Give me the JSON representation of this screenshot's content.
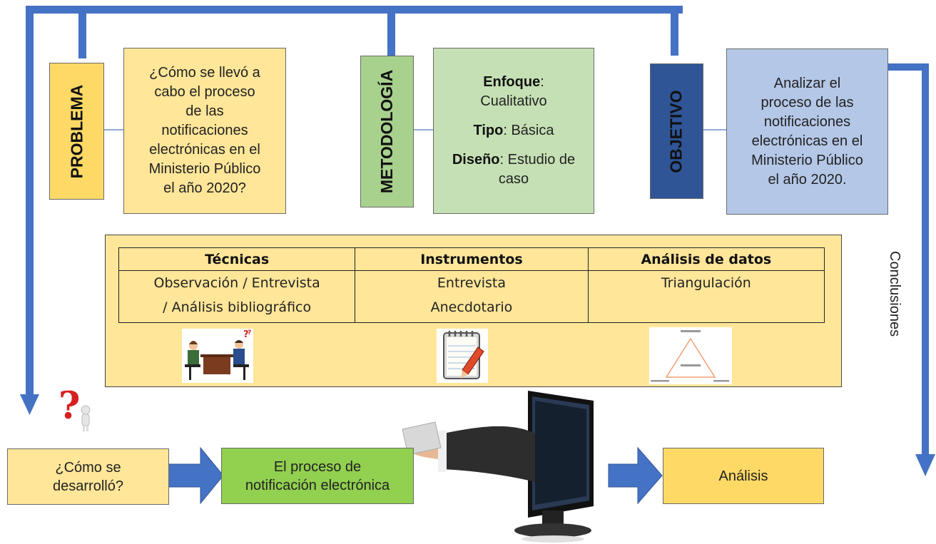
{
  "problem": {
    "label": "PROBLEMA",
    "text": "¿Cómo se llevó a\ncabo el proceso\nde las\nnotificaciones\nelectrónicas en el\nMinisterio Público\nel año 2020?"
  },
  "methodology": {
    "label": "METODOLOGÍA",
    "lines": [
      {
        "key": "Enfoque",
        "value": "Cualitativo"
      },
      {
        "key": "Tipo",
        "value": "Básica"
      },
      {
        "key": "Diseño",
        "value": "Estudio de caso"
      }
    ]
  },
  "objective": {
    "label": "OBJETIVO",
    "text": "Analizar el\nproceso de las\nnotificaciones\nelectrónicas en el\nMinisterio Público\nel año 2020."
  },
  "table": {
    "headers": [
      "Técnicas",
      "Instrumentos",
      "Análisis de datos"
    ],
    "cells": [
      "Observación / Entrevista\n/ Análisis bibliográfico",
      "Entrevista\nAnecdotario",
      "Triangulación"
    ]
  },
  "conclusions_label": "Conclusiones",
  "flow": {
    "step1": "¿Cómo se\ndesarrolló?",
    "step2": "El proceso de\nnotificación electrónica",
    "step3": "Análisis"
  },
  "colors": {
    "arrow_blue": "#4472c4",
    "problem_dark": "#ffd966",
    "problem_light": "#ffe699",
    "method_dark": "#a9d18e",
    "method_light": "#c5e0b4",
    "objective_dark": "#2f5597",
    "objective_light": "#b4c7e7",
    "panel_yellow": "#ffe699",
    "flow_green": "#92d050",
    "flow_yellow": "#ffd966"
  }
}
